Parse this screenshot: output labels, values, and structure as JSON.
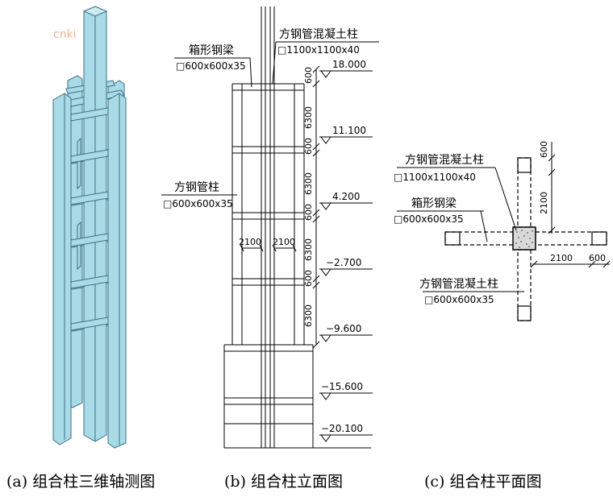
{
  "watermark": "cnki",
  "panel_a": {
    "caption": "(a) 组合柱三维轴测图"
  },
  "panel_b": {
    "caption": "(b) 组合柱立面图",
    "label_box_beam_name": "箱形钢梁",
    "label_box_beam_size": "□600x600x35",
    "label_cfst_column_name": "方钢管混凝土柱",
    "label_cfst_column_size": "□1100x1100x40",
    "label_steel_tube_name": "方钢管柱",
    "label_steel_tube_size": "□600x600x35",
    "dim_left": "2100",
    "dim_right": "2100",
    "vertical_dims": [
      "600",
      "6300",
      "600",
      "6300",
      "600",
      "6300",
      "600",
      "6300"
    ],
    "elevations": [
      "18.000",
      "11.100",
      "4.200",
      "−2.700",
      "−9.600",
      "−15.600",
      "−20.100"
    ]
  },
  "panel_c": {
    "caption": "(c) 组合柱平面图",
    "label_cfst_big_name": "方钢管混凝土柱",
    "label_cfst_big_size": "□1100x1100x40",
    "label_beam_name": "箱形钢梁",
    "label_beam_size": "□600x600x35",
    "label_cfst_small_name": "方钢管混凝土柱",
    "label_cfst_small_size": "□600x600x35",
    "dim_vert_top": "600",
    "dim_vert_mid": "2100",
    "dim_horiz_mid": "2100",
    "dim_horiz_right": "600"
  },
  "colors": {
    "member_fill": "#a9dbe6",
    "member_edge": "#3b6f86",
    "concrete": "#d9d9d9"
  }
}
